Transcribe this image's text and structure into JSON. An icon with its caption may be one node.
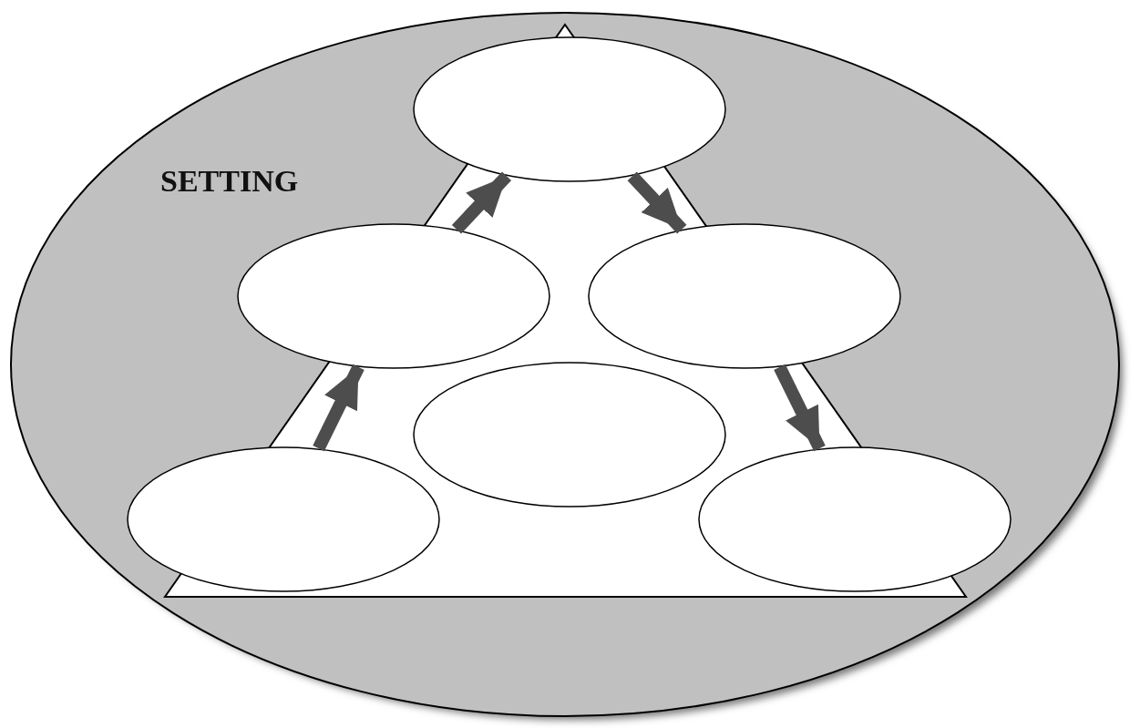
{
  "diagram": {
    "nodes": [
      {
        "text": [
          "SETTING"
        ]
      },
      {
        "text": [],
        "shape": "ellipse",
        "in": 0
      },
      {
        "text": [],
        "shape": "ellipse",
        "in": 0
      },
      {
        "text": [],
        "shape": "ellipse",
        "in": 0
      },
      {
        "text": [],
        "shape": "ellipse",
        "in": 0
      },
      {
        "text": [],
        "shape": "ellipse",
        "in": 0
      },
      {
        "text": [],
        "shape": "ellipse",
        "in": 0
      }
    ],
    "edges": [
      {
        "from": 5,
        "to": 2,
        "arrow": "to"
      },
      {
        "from": 2,
        "to": 1,
        "arrow": "to"
      },
      {
        "from": 1,
        "to": 3,
        "arrow": "to"
      },
      {
        "from": 3,
        "to": 6,
        "arrow": "to"
      }
    ]
  }
}
